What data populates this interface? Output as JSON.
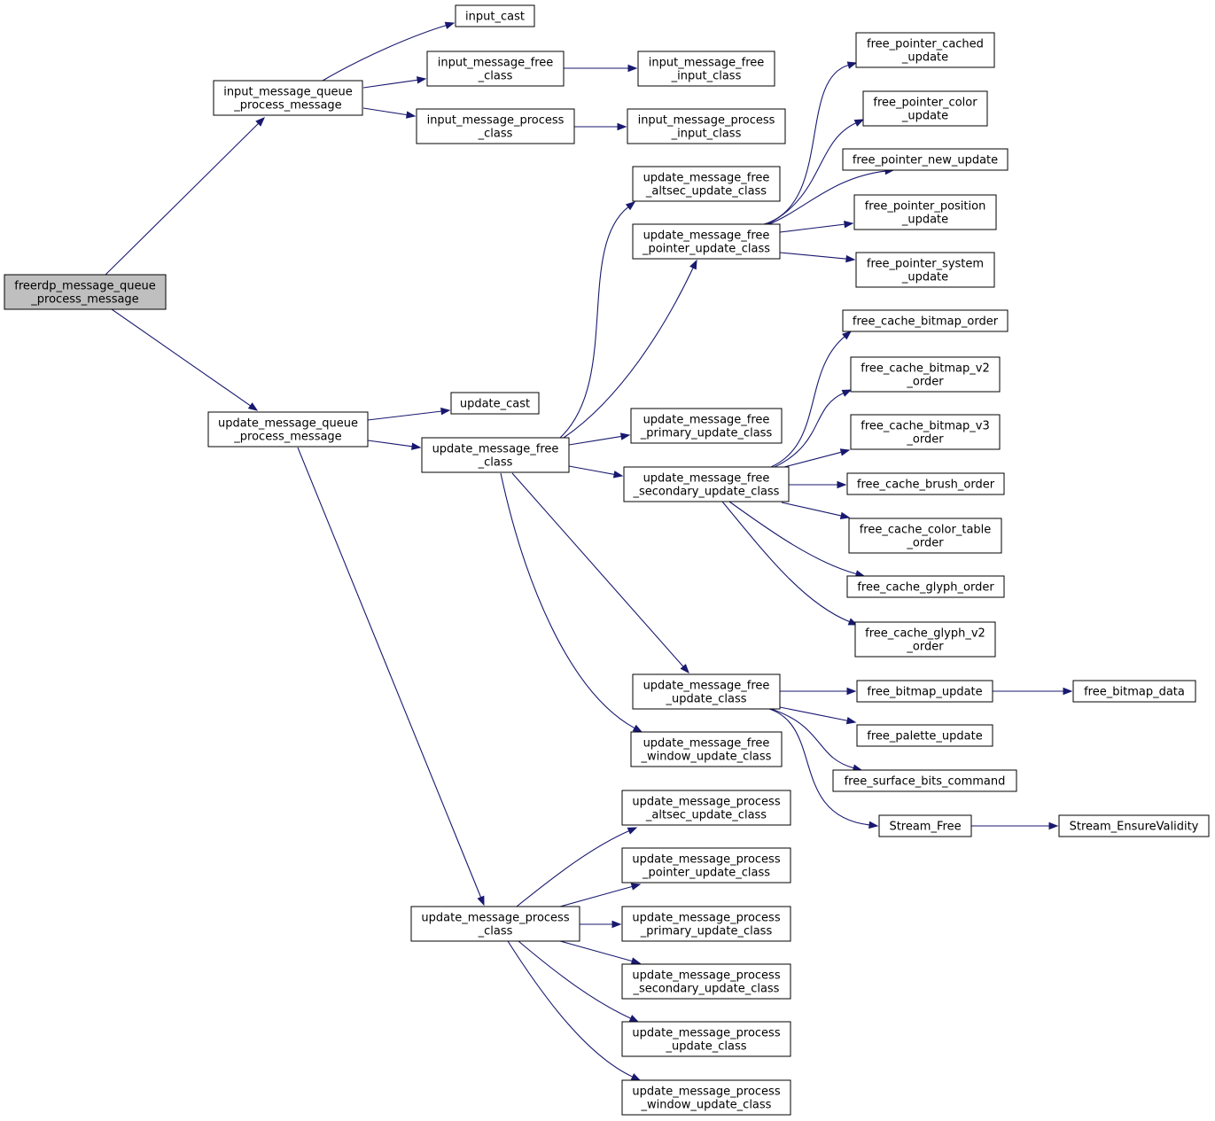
{
  "nodes": [
    {
      "id": "root",
      "lines": [
        "freerdp_message_queue",
        "_process_message"
      ],
      "highlight": true
    },
    {
      "id": "imqpm",
      "lines": [
        "input_message_queue",
        "_process_message"
      ]
    },
    {
      "id": "input_cast",
      "lines": [
        "input_cast"
      ]
    },
    {
      "id": "imfc",
      "lines": [
        "input_message_free",
        "_class"
      ]
    },
    {
      "id": "imfic",
      "lines": [
        "input_message_free",
        "_input_class"
      ]
    },
    {
      "id": "impc",
      "lines": [
        "input_message_process",
        "_class"
      ]
    },
    {
      "id": "impic",
      "lines": [
        "input_message_process",
        "_input_class"
      ]
    },
    {
      "id": "umqpm",
      "lines": [
        "update_message_queue",
        "_process_message"
      ]
    },
    {
      "id": "update_cast",
      "lines": [
        "update_cast"
      ]
    },
    {
      "id": "umfc",
      "lines": [
        "update_message_free",
        "_class"
      ]
    },
    {
      "id": "umfauc",
      "lines": [
        "update_message_free",
        "_altsec_update_class"
      ]
    },
    {
      "id": "umfpuc",
      "lines": [
        "update_message_free",
        "_pointer_update_class"
      ]
    },
    {
      "id": "umfpruc",
      "lines": [
        "update_message_free",
        "_primary_update_class"
      ]
    },
    {
      "id": "umfsuc",
      "lines": [
        "update_message_free",
        "_secondary_update_class"
      ]
    },
    {
      "id": "umfuc",
      "lines": [
        "update_message_free",
        "_update_class"
      ]
    },
    {
      "id": "umfwuc",
      "lines": [
        "update_message_free",
        "_window_update_class"
      ]
    },
    {
      "id": "umpc",
      "lines": [
        "update_message_process",
        "_class"
      ]
    },
    {
      "id": "umpauc",
      "lines": [
        "update_message_process",
        "_altsec_update_class"
      ]
    },
    {
      "id": "umppuc",
      "lines": [
        "update_message_process",
        "_pointer_update_class"
      ]
    },
    {
      "id": "umppruc",
      "lines": [
        "update_message_process",
        "_primary_update_class"
      ]
    },
    {
      "id": "umpsuc",
      "lines": [
        "update_message_process",
        "_secondary_update_class"
      ]
    },
    {
      "id": "umpuc",
      "lines": [
        "update_message_process",
        "_update_class"
      ]
    },
    {
      "id": "umpwuc",
      "lines": [
        "update_message_process",
        "_window_update_class"
      ]
    },
    {
      "id": "fpcu",
      "lines": [
        "free_pointer_cached",
        "_update"
      ]
    },
    {
      "id": "fpcolu",
      "lines": [
        "free_pointer_color",
        "_update"
      ]
    },
    {
      "id": "fpnu",
      "lines": [
        "free_pointer_new_update"
      ]
    },
    {
      "id": "fppu",
      "lines": [
        "free_pointer_position",
        "_update"
      ]
    },
    {
      "id": "fpsu",
      "lines": [
        "free_pointer_system",
        "_update"
      ]
    },
    {
      "id": "fcbo",
      "lines": [
        "free_cache_bitmap_order"
      ]
    },
    {
      "id": "fcbv2",
      "lines": [
        "free_cache_bitmap_v2",
        "_order"
      ]
    },
    {
      "id": "fcbv3",
      "lines": [
        "free_cache_bitmap_v3",
        "_order"
      ]
    },
    {
      "id": "fcbro",
      "lines": [
        "free_cache_brush_order"
      ]
    },
    {
      "id": "fccto",
      "lines": [
        "free_cache_color_table",
        "_order"
      ]
    },
    {
      "id": "fcgo",
      "lines": [
        "free_cache_glyph_order"
      ]
    },
    {
      "id": "fcgv2",
      "lines": [
        "free_cache_glyph_v2",
        "_order"
      ]
    },
    {
      "id": "fbu",
      "lines": [
        "free_bitmap_update"
      ]
    },
    {
      "id": "fbd",
      "lines": [
        "free_bitmap_data"
      ]
    },
    {
      "id": "fpalu",
      "lines": [
        "free_palette_update"
      ]
    },
    {
      "id": "fsbc",
      "lines": [
        "free_surface_bits_command"
      ]
    },
    {
      "id": "sfree",
      "lines": [
        "Stream_Free"
      ]
    },
    {
      "id": "sev",
      "lines": [
        "Stream_EnsureValidity"
      ]
    }
  ],
  "edges": [
    {
      "from": "root",
      "to": "imqpm"
    },
    {
      "from": "root",
      "to": "umqpm"
    },
    {
      "from": "imqpm",
      "to": "input_cast"
    },
    {
      "from": "imqpm",
      "to": "imfc"
    },
    {
      "from": "imqpm",
      "to": "impc"
    },
    {
      "from": "imfc",
      "to": "imfic"
    },
    {
      "from": "impc",
      "to": "impic"
    },
    {
      "from": "umqpm",
      "to": "update_cast"
    },
    {
      "from": "umqpm",
      "to": "umfc"
    },
    {
      "from": "umqpm",
      "to": "umpc"
    },
    {
      "from": "umfc",
      "to": "umfauc"
    },
    {
      "from": "umfc",
      "to": "umfpuc"
    },
    {
      "from": "umfc",
      "to": "umfpruc"
    },
    {
      "from": "umfc",
      "to": "umfsuc"
    },
    {
      "from": "umfc",
      "to": "umfuc"
    },
    {
      "from": "umfc",
      "to": "umfwuc"
    },
    {
      "from": "umfpuc",
      "to": "fpcu"
    },
    {
      "from": "umfpuc",
      "to": "fpcolu"
    },
    {
      "from": "umfpuc",
      "to": "fpnu"
    },
    {
      "from": "umfpuc",
      "to": "fppu"
    },
    {
      "from": "umfpuc",
      "to": "fpsu"
    },
    {
      "from": "umfsuc",
      "to": "fcbo"
    },
    {
      "from": "umfsuc",
      "to": "fcbv2"
    },
    {
      "from": "umfsuc",
      "to": "fcbv3"
    },
    {
      "from": "umfsuc",
      "to": "fcbro"
    },
    {
      "from": "umfsuc",
      "to": "fccto"
    },
    {
      "from": "umfsuc",
      "to": "fcgo"
    },
    {
      "from": "umfsuc",
      "to": "fcgv2"
    },
    {
      "from": "umfuc",
      "to": "fbu"
    },
    {
      "from": "umfuc",
      "to": "fpalu"
    },
    {
      "from": "umfuc",
      "to": "fsbc"
    },
    {
      "from": "umfuc",
      "to": "sfree"
    },
    {
      "from": "fbu",
      "to": "fbd"
    },
    {
      "from": "sfree",
      "to": "sev"
    },
    {
      "from": "umpc",
      "to": "umpauc"
    },
    {
      "from": "umpc",
      "to": "umppuc"
    },
    {
      "from": "umpc",
      "to": "umppruc"
    },
    {
      "from": "umpc",
      "to": "umpsuc"
    },
    {
      "from": "umpc",
      "to": "umpuc"
    },
    {
      "from": "umpc",
      "to": "umpwuc"
    }
  ]
}
